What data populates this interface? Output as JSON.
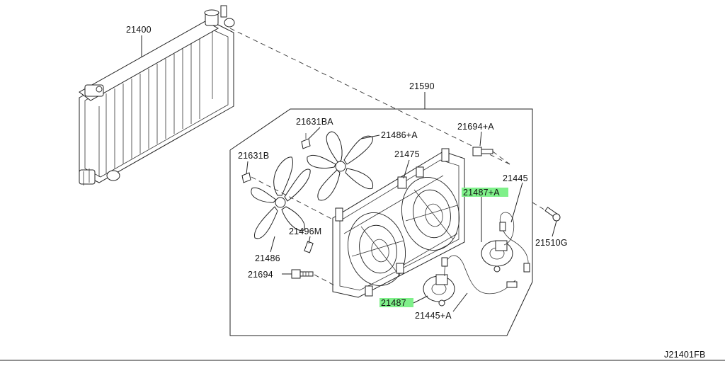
{
  "diagram": {
    "drawing_code": "J21401FB",
    "callouts": {
      "radiator": "21400",
      "shroud_assembly": "21590",
      "motor_bolt_a": "21694+A",
      "clip_ba": "21631BA",
      "fan_blade_a": "21486+A",
      "clip_b": "21631B",
      "harness_bracket": "21475",
      "harness": "21445",
      "motor_a": "21487+A",
      "grommet": "21510G",
      "fan_blade": "21486",
      "pin": "21496M",
      "shroud_bolt": "21694",
      "motor": "21487",
      "harness_a": "21445+A"
    },
    "highlight_color": "#7ff08a"
  }
}
